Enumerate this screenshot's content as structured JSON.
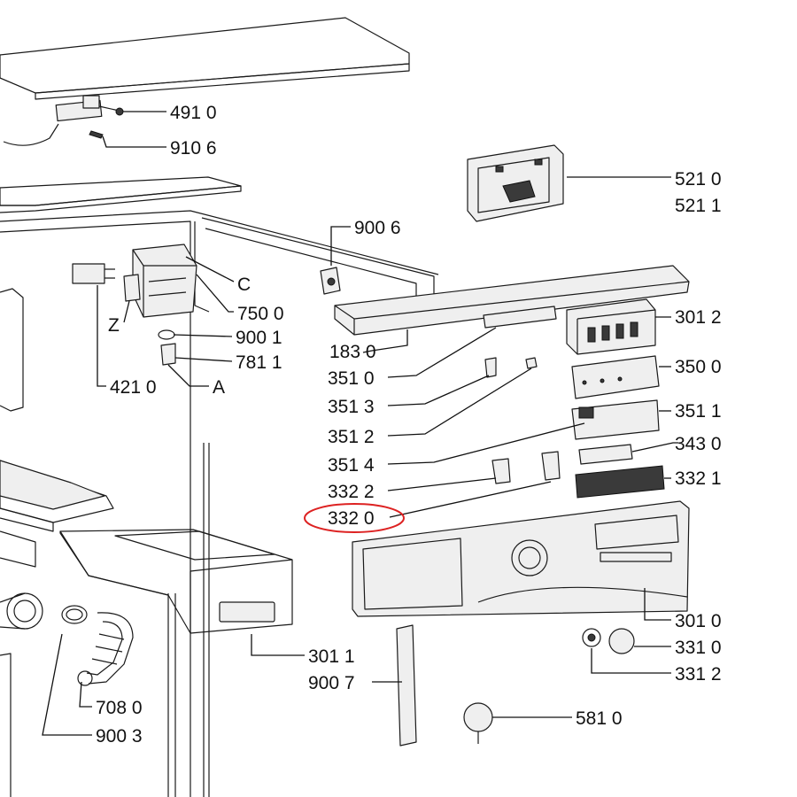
{
  "diagram": {
    "labels": [
      {
        "id": "491-0",
        "text": "491 0"
      },
      {
        "id": "910-6",
        "text": "910 6"
      },
      {
        "id": "521-0",
        "text": "521 0"
      },
      {
        "id": "521-1",
        "text": "521 1"
      },
      {
        "id": "900-6",
        "text": "900 6"
      },
      {
        "id": "C",
        "text": "C"
      },
      {
        "id": "750-0",
        "text": "750 0"
      },
      {
        "id": "Z",
        "text": "Z"
      },
      {
        "id": "900-1",
        "text": "900 1"
      },
      {
        "id": "781-1",
        "text": "781 1"
      },
      {
        "id": "421-0",
        "text": "421 0"
      },
      {
        "id": "A",
        "text": "A"
      },
      {
        "id": "301-2",
        "text": "301 2"
      },
      {
        "id": "183-0",
        "text": "183 0"
      },
      {
        "id": "350-0",
        "text": "350 0"
      },
      {
        "id": "351-0",
        "text": "351 0"
      },
      {
        "id": "351-3",
        "text": "351 3"
      },
      {
        "id": "351-1",
        "text": "351 1"
      },
      {
        "id": "351-2",
        "text": "351 2"
      },
      {
        "id": "343-0",
        "text": "343 0"
      },
      {
        "id": "351-4",
        "text": "351 4"
      },
      {
        "id": "332-1",
        "text": "332 1"
      },
      {
        "id": "332-2",
        "text": "332 2"
      },
      {
        "id": "332-0",
        "text": "332 0"
      },
      {
        "id": "301-0",
        "text": "301 0"
      },
      {
        "id": "331-0",
        "text": "331 0"
      },
      {
        "id": "301-1",
        "text": "301 1"
      },
      {
        "id": "331-2",
        "text": "331 2"
      },
      {
        "id": "900-7",
        "text": "900 7"
      },
      {
        "id": "708-0",
        "text": "708 0"
      },
      {
        "id": "581-0",
        "text": "581 0"
      },
      {
        "id": "900-3",
        "text": "900 3"
      }
    ],
    "highlighted_label": "332 0",
    "highlight_color": "#d22222"
  }
}
